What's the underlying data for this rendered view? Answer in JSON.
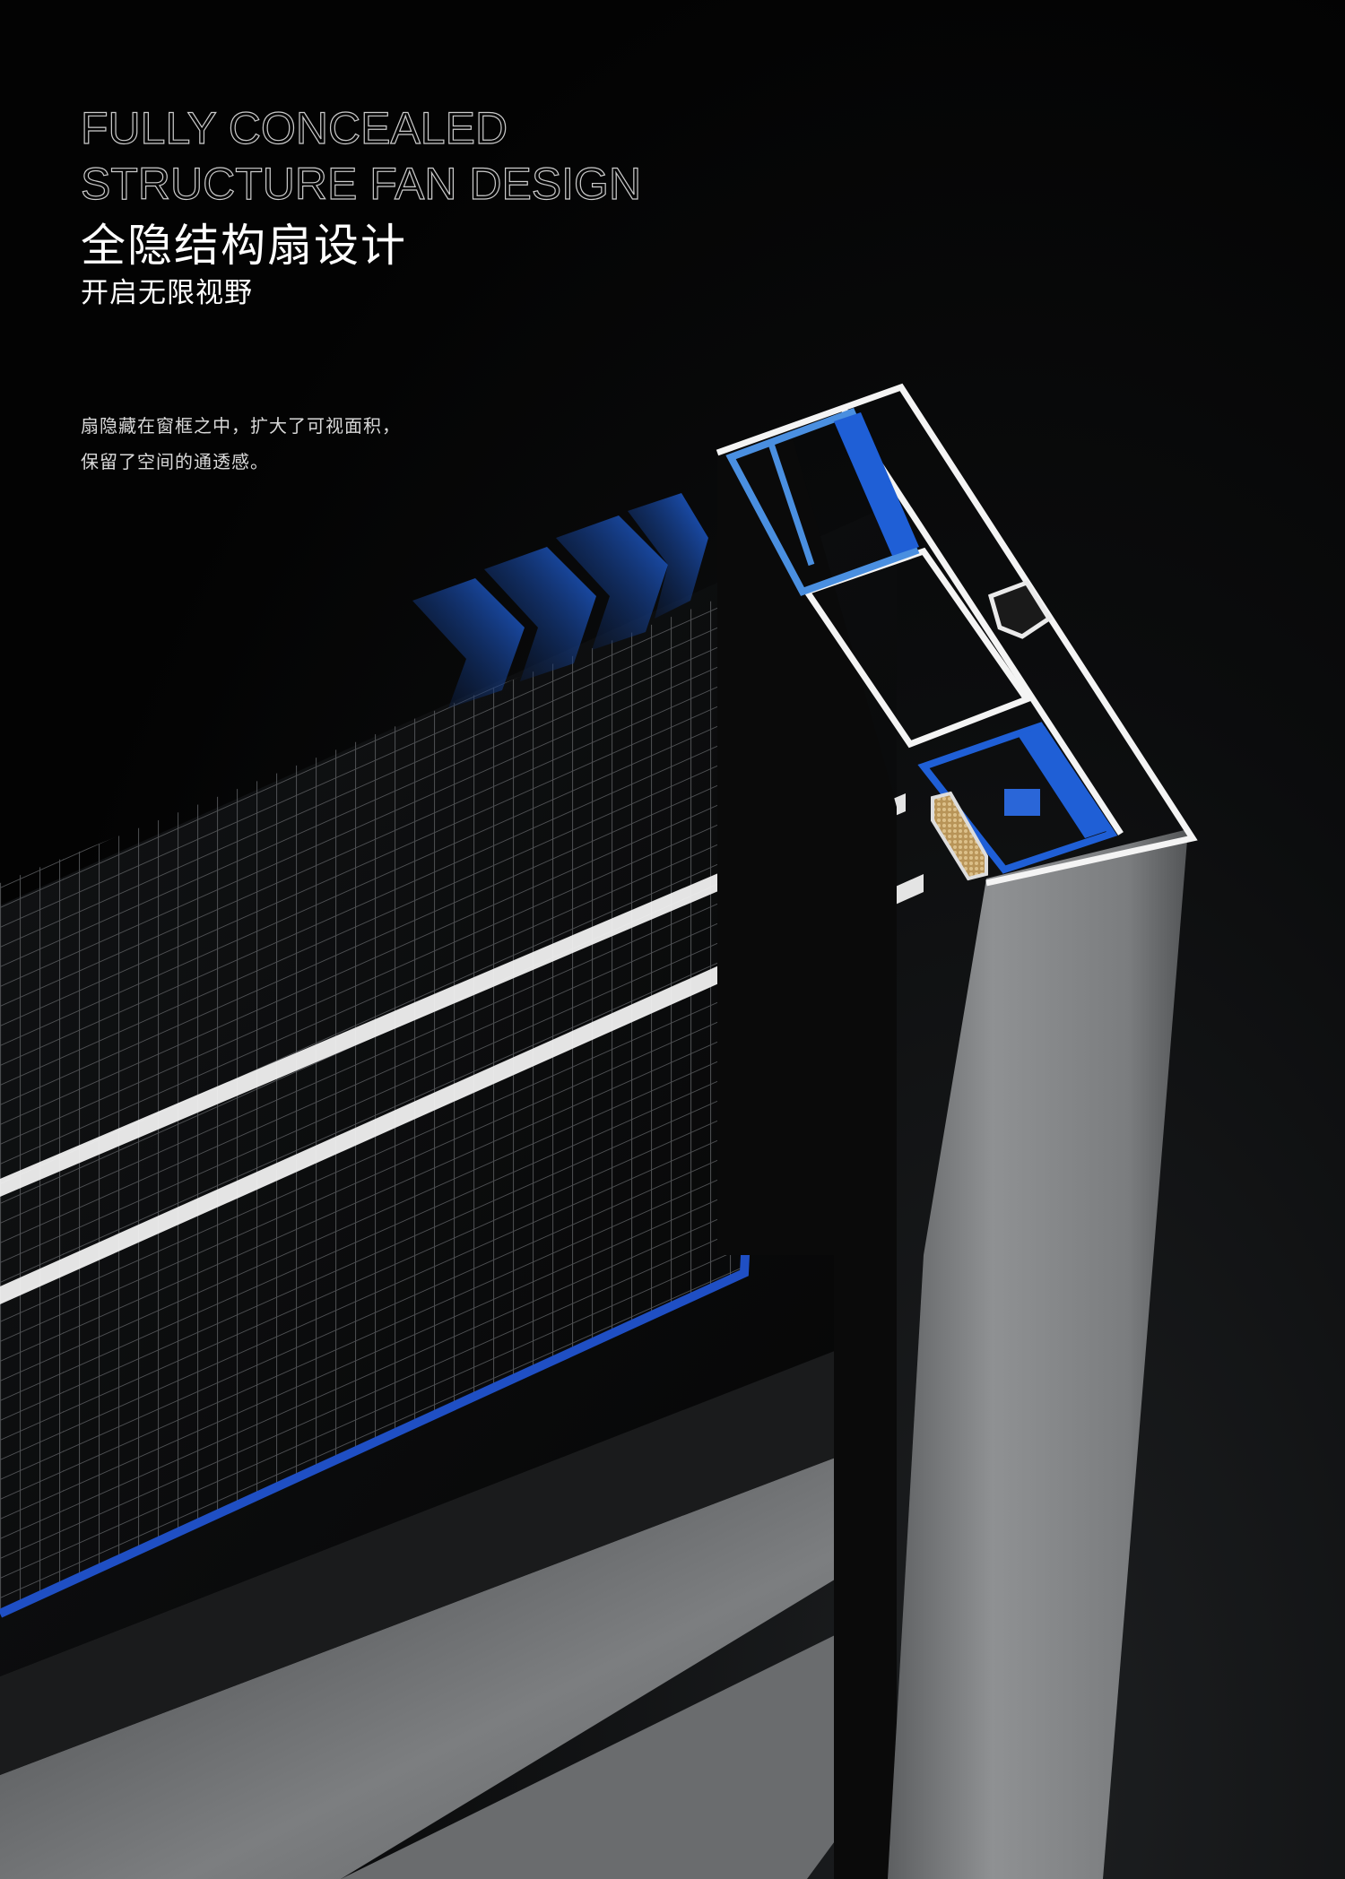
{
  "header": {
    "title_en_line1": "FULLY CONCEALED",
    "title_en_line2": "STRUCTURE FAN DESIGN",
    "title_cn": "全隐结构扇设计",
    "subtitle_cn": "开启无限视野"
  },
  "description": {
    "line1": "扇隐藏在窗框之中，扩大了可视面积，",
    "line2": "保留了空间的通透感。"
  },
  "illustration": {
    "subject": "window-frame-cross-section",
    "elements": [
      "aluminum-frame",
      "thermal-break-insulation-strips",
      "insect-screen-mesh",
      "double-glazing",
      "desiccant-spacer",
      "direction-chevrons"
    ],
    "colors": {
      "background": "#030303",
      "accent_blue": "#1f5fd6",
      "light_blue": "#4a8fe0",
      "aluminum": "#8a8c8e",
      "profile_outline": "#f2f2f2",
      "desiccant": "#c9a86a"
    }
  }
}
